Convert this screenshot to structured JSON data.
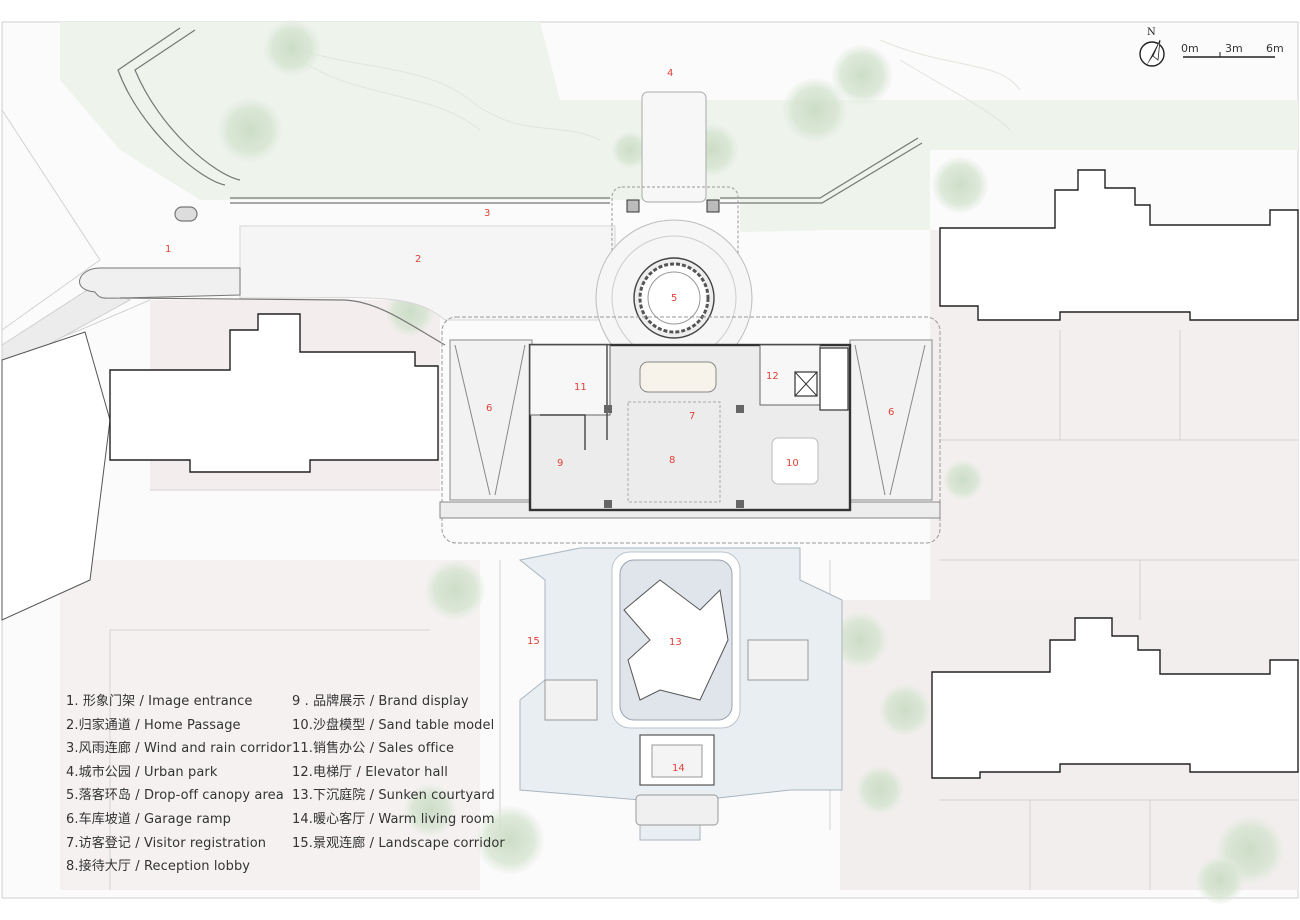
{
  "north_label": "N",
  "scale": [
    "0m",
    "3m",
    "6m"
  ],
  "plan_numbers": [
    "1",
    "2",
    "3",
    "4",
    "5",
    "6",
    "6",
    "7",
    "8",
    "9",
    "10",
    "11",
    "12",
    "13",
    "14",
    "15"
  ],
  "legend_left": [
    "1. 形象门架 / Image entrance",
    "2.归家通道 /  Home Passage",
    "3.风雨连廊 / Wind and rain corridor",
    "4.城市公园 / Urban park",
    "5.落客环岛 / Drop-off canopy area",
    "6.车库坡道 / Garage ramp",
    "7.访客登记 / Visitor registration",
    "8.接待大厅 / Reception lobby"
  ],
  "legend_right": [
    "9 . 品牌展示 / Brand display",
    "10.沙盘模型 / Sand table model",
    "11.销售办公 / Sales office",
    "12.电梯厅 /  Elevator hall",
    "13.下沉庭院 / Sunken courtyard",
    "14.暖心客厅 / Warm living room",
    "15.景观连廊 / Landscape corridor"
  ]
}
